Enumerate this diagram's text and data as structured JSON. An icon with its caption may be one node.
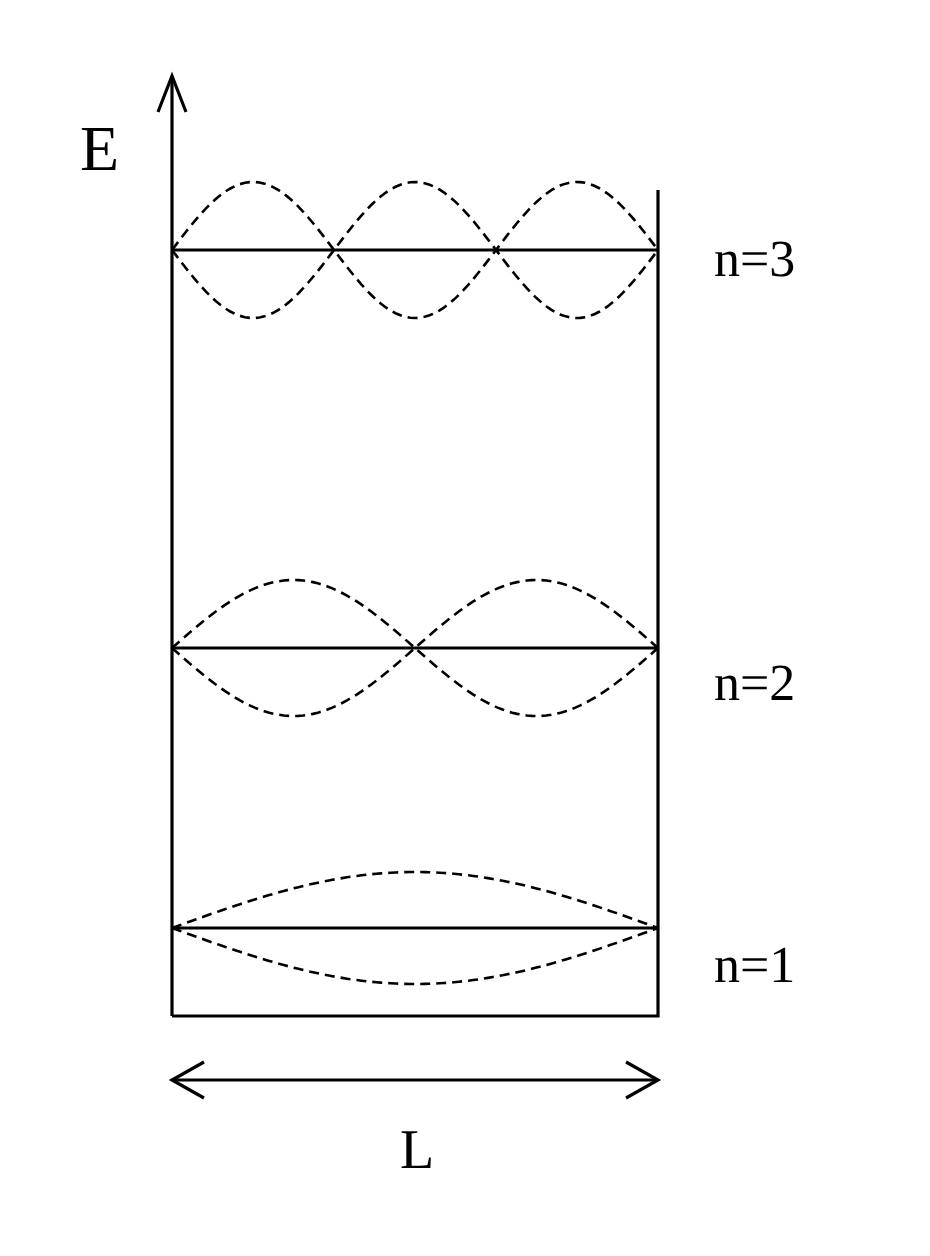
{
  "diagram": {
    "labels": [
      "E",
      "n=3",
      "n=2",
      "n=1",
      "L"
    ]
  }
}
